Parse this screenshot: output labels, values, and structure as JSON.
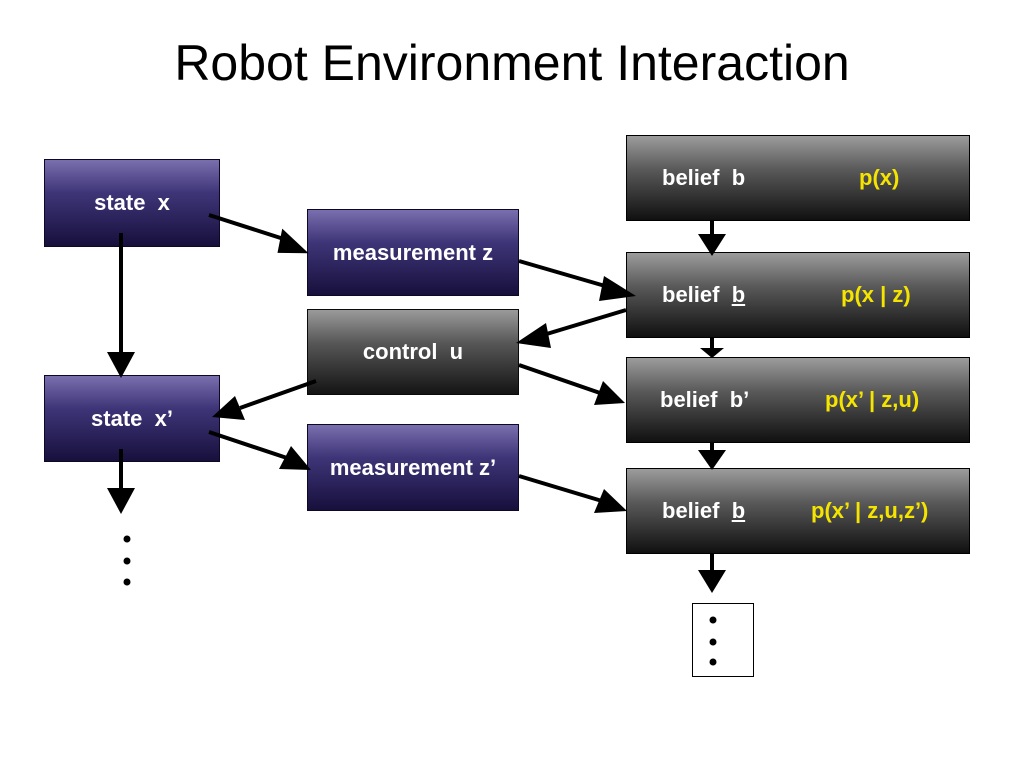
{
  "title": "Robot Environment Interaction",
  "nodes": {
    "state_x": "state  x",
    "state_x_prime": "state  x’",
    "measurement_z": "measurement z",
    "control_u": "control  u",
    "measurement_z_prime": "measurement z’"
  },
  "beliefs": [
    {
      "label_prefix": "belief  ",
      "symbol": "b",
      "underlined": false,
      "prob": "p(x)"
    },
    {
      "label_prefix": "belief  ",
      "symbol": "b",
      "underlined": true,
      "prob": "p(x | z)"
    },
    {
      "label_prefix": "belief  ",
      "symbol": "b’",
      "underlined": false,
      "prob": "p(x’ | z,u)"
    },
    {
      "label_prefix": "belief  ",
      "symbol": "b",
      "underlined": true,
      "prob": "p(x’ | z,u,z’)"
    }
  ],
  "colors": {
    "state_box": "#3e3578",
    "control_box": "#565656",
    "belief_box": "#595959",
    "probability_text": "#f5e400",
    "label_text": "#ffffff"
  }
}
